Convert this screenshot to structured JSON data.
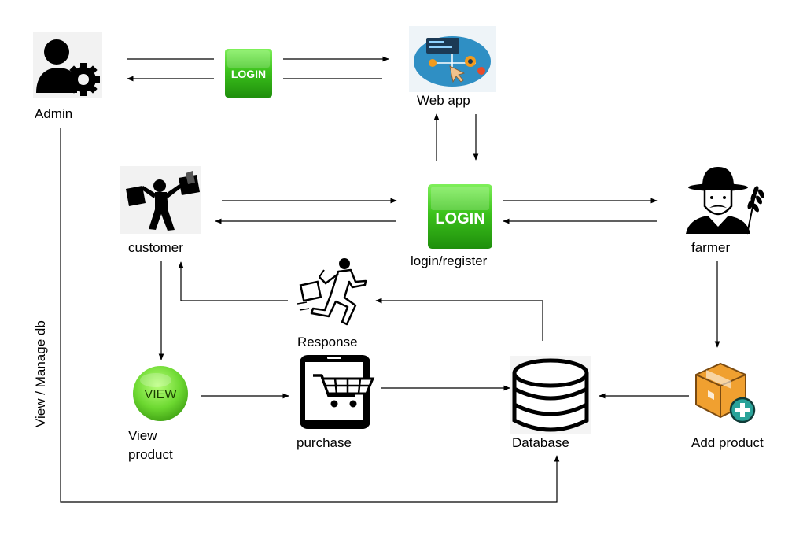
{
  "nodes": {
    "admin": {
      "label": "Admin"
    },
    "web_app": {
      "label": "Web app"
    },
    "login_top": {
      "badge": "LOGIN"
    },
    "customer": {
      "label": "customer"
    },
    "login_register": {
      "label": "login/register",
      "badge": "LOGIN"
    },
    "farmer": {
      "label": "farmer"
    },
    "response": {
      "label": "Response"
    },
    "view_product": {
      "label_line1": "View",
      "label_line2": "product",
      "badge": "VIEW"
    },
    "purchase": {
      "label": "purchase"
    },
    "database": {
      "label": "Database"
    },
    "add_product": {
      "label": "Add product"
    }
  },
  "edges": {
    "admin_db": {
      "label": "View / Manage db"
    }
  },
  "colors": {
    "login_green": "#3cc21c",
    "view_green": "#7ae03a",
    "webapp_blue": "#2f8fc4",
    "box_orange": "#f0a030",
    "plus_teal": "#2aa39a"
  }
}
